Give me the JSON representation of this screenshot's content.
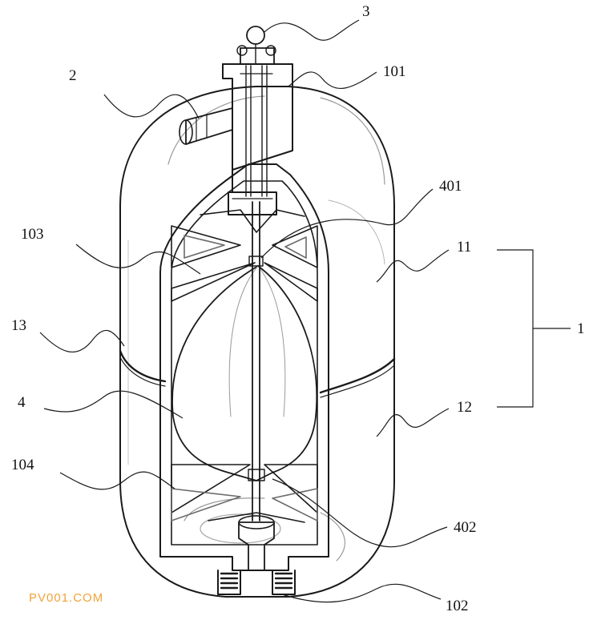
{
  "labels": {
    "l3": "3",
    "l101": "101",
    "l2": "2",
    "l401": "401",
    "l103": "103",
    "l11": "11",
    "l1": "1",
    "l13": "13",
    "l4": "4",
    "l12": "12",
    "l104": "104",
    "l402": "402",
    "l102": "102"
  },
  "watermark": "PV001.COM",
  "colors": {
    "line": "#1a1a1a",
    "watermark": "#f2a23a"
  }
}
